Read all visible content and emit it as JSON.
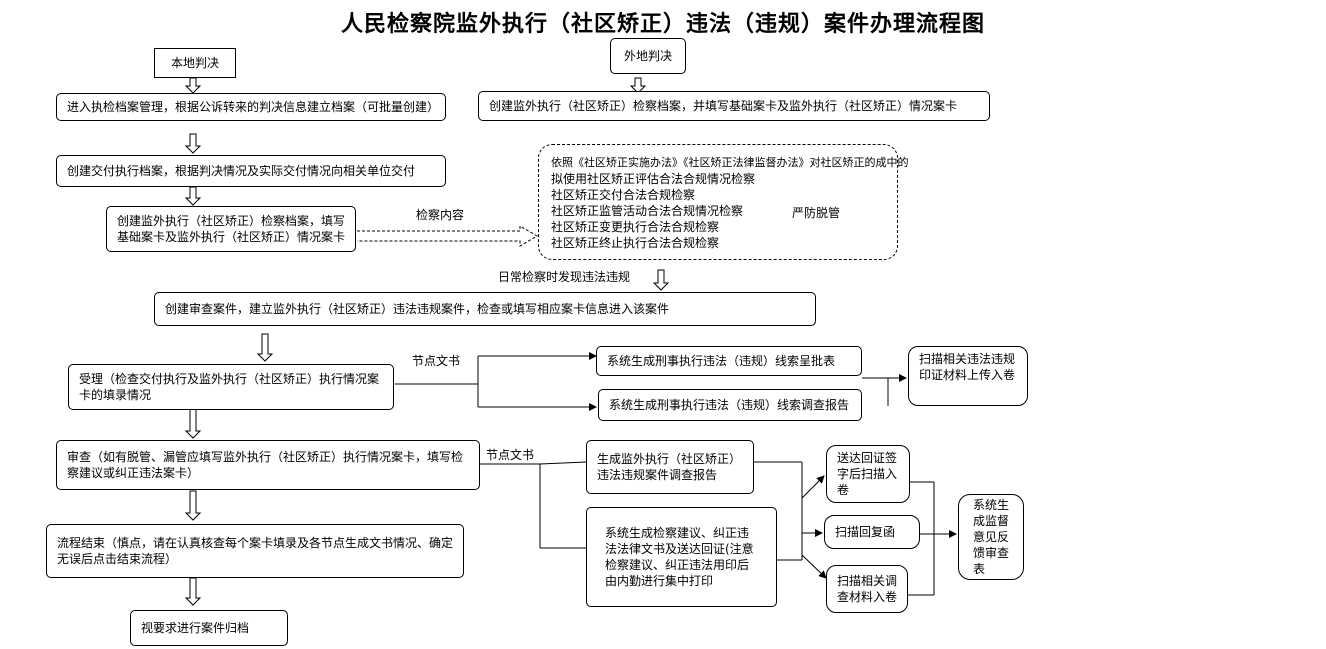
{
  "title": "人民检察院监外执行（社区矫正）违法（违规）案件办理流程图",
  "left": {
    "local": "本地判决",
    "step1": "进入执检档案管理，根据公诉转来的判决信息建立档案（可批量创建）",
    "step2": "创建交付执行档案，根据判决情况及实际交付情况向相关单位交付",
    "step3": "创建监外执行（社区矫正）检察档案，填写基础案卡及监外执行（社区矫正）情况案卡",
    "step_review": "受理（检查交付执行及监外执行（社区矫正）执行情况案卡的填录情况",
    "step_audit": "审查（如有脱管、漏管应填写监外执行（社区矫正）执行情况案卡，填写检察建议或纠正违法案卡）",
    "step_end": "流程结束（慎点，请在认真核查每个案卡填录及各节点生成文书情况、确定无误后点击结束流程）",
    "step_archive": "视要求进行案件归档"
  },
  "right": {
    "remote": "外地判决",
    "create": "创建监外执行（社区矫正）检察档案，并填写基础案卡及监外执行（社区矫正）情况案卡",
    "content_label": "检察内容",
    "content_lines": [
      "依照《社区矫正实施办法》《社区矫正法律监督办法》对社区矫正的成中的",
      "拟使用社区矫正评估合法合规情况检察",
      "社区矫正交付合法合规检察",
      "社区矫正监管活动合法合规情况检察",
      "社区矫正变更执行合法合规检察",
      "社区矫正终止执行合法合规检察"
    ],
    "prevent": "严防脱管",
    "daily": "日常检察时发现违法违规"
  },
  "center": {
    "create_case": "创建审查案件，建立监外执行（社区矫正）违法违规案件，检查或填写相应案卡信息进入该案件"
  },
  "node_doc_1": "节点文书",
  "node_doc_2": "节点文书",
  "outputs": {
    "clue_approve": "系统生成刑事执行违法（违规）线索呈批表",
    "clue_invest": "系统生成刑事执行违法（违规）线索调查报告",
    "scan_evidence": "扫描相关违法违规印证材料上传入卷",
    "gen_report": "生成监外执行（社区矫正）违法违规案件调查报告",
    "gen_suggest": "系统生成检察建议、纠正违法法律文书及送达回证(注意检察建议、纠正违法用印后由内勤进行集中打印",
    "deliver": "送达回证签字后扫描入卷",
    "reply": "扫描回复函",
    "scan_invest": "扫描相关调查材料入卷",
    "feedback": "系统生成监督意见反馈审查表"
  }
}
